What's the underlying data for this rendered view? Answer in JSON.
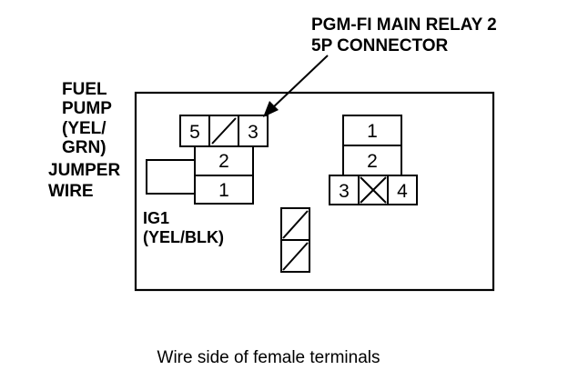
{
  "callout": {
    "line1": "PGM-FI MAIN RELAY 2",
    "line2": "5P CONNECTOR"
  },
  "labels": {
    "fuel_pump": [
      "FUEL",
      "PUMP",
      "(YEL/",
      "GRN)"
    ],
    "jumper_wire": [
      "JUMPER",
      "WIRE"
    ],
    "ig1": [
      "IG1",
      "(YEL/BLK)"
    ]
  },
  "left_connector": {
    "top_row": [
      "5",
      "3"
    ],
    "rows": [
      "2",
      "1"
    ]
  },
  "right_connector": {
    "rows": [
      "1",
      "2"
    ],
    "bottom_row": [
      "3",
      "4"
    ]
  },
  "caption": "Wire side of female terminals"
}
